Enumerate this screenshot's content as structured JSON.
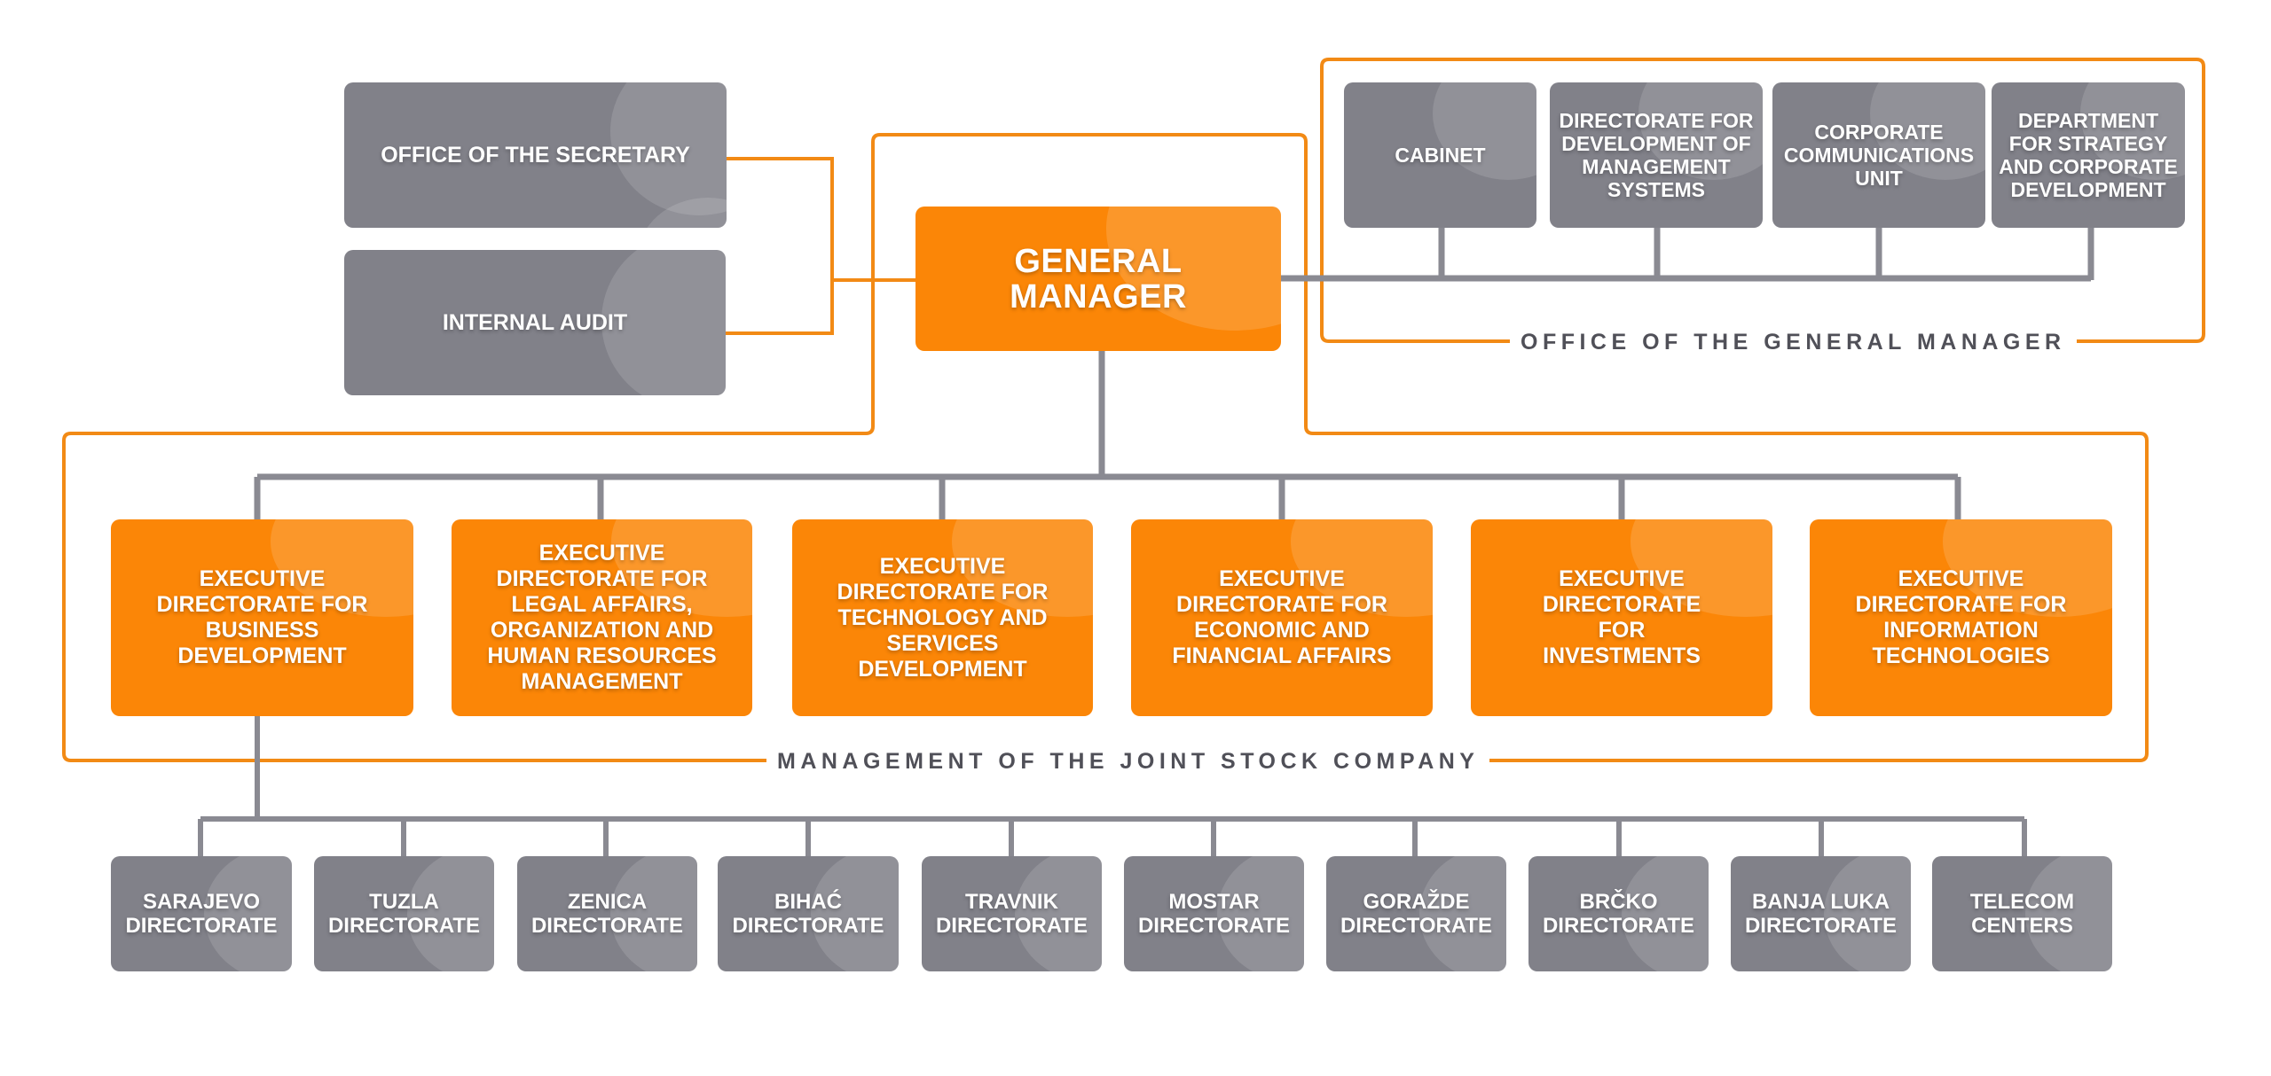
{
  "chart_title": "Organizational chart",
  "colors": {
    "orange": "#fb8607",
    "gray_box": "#818189",
    "connector_gray": "#8a8a92",
    "group_border": "#f28a15",
    "label_text": "#505058"
  },
  "general_manager": {
    "label": "GENERAL MANAGER"
  },
  "side_units": [
    {
      "label": "OFFICE OF THE SECRETARY"
    },
    {
      "label": "INTERNAL AUDIT"
    }
  ],
  "office_of_gm": {
    "group_label": "OFFICE OF THE GENERAL MANAGER",
    "units": [
      {
        "label": "CABINET"
      },
      {
        "label": "DIRECTORATE FOR DEVELOPMENT OF MANAGEMENT SYSTEMS"
      },
      {
        "label": "CORPORATE COMMUNICATIONS UNIT"
      },
      {
        "label": "DEPARTMENT FOR STRATEGY AND CORPORATE DEVELOPMENT"
      }
    ]
  },
  "management": {
    "group_label": "MANAGEMENT OF THE JOINT STOCK COMPANY",
    "executive_directorates": [
      {
        "label": "EXECUTIVE DIRECTORATE FOR BUSINESS DEVELOPMENT"
      },
      {
        "label": "EXECUTIVE DIRECTORATE FOR LEGAL AFFAIRS, ORGANIZATION AND HUMAN RESOURCES MANAGEMENT"
      },
      {
        "label": "EXECUTIVE DIRECTORATE FOR TECHNOLOGY AND SERVICES DEVELOPMENT"
      },
      {
        "label": "EXECUTIVE DIRECTORATE FOR ECONOMIC AND FINANCIAL AFFAIRS"
      },
      {
        "label": "EXECUTIVE DIRECTORATE FOR INVESTMENTS"
      },
      {
        "label": "EXECUTIVE DIRECTORATE FOR INFORMATION TECHNOLOGIES"
      }
    ]
  },
  "regional_directorates": [
    {
      "label": "SARAJEVO DIRECTORATE"
    },
    {
      "label": "TUZLA DIRECTORATE"
    },
    {
      "label": "ZENICA DIRECTORATE"
    },
    {
      "label": "BIHAĆ DIRECTORATE"
    },
    {
      "label": "TRAVNIK DIRECTORATE"
    },
    {
      "label": "MOSTAR DIRECTORATE"
    },
    {
      "label": "GORAŽDE DIRECTORATE"
    },
    {
      "label": "BRČKO DIRECTORATE"
    },
    {
      "label": "BANJA LUKA DIRECTORATE"
    },
    {
      "label": "TELECOM CENTERS"
    }
  ]
}
